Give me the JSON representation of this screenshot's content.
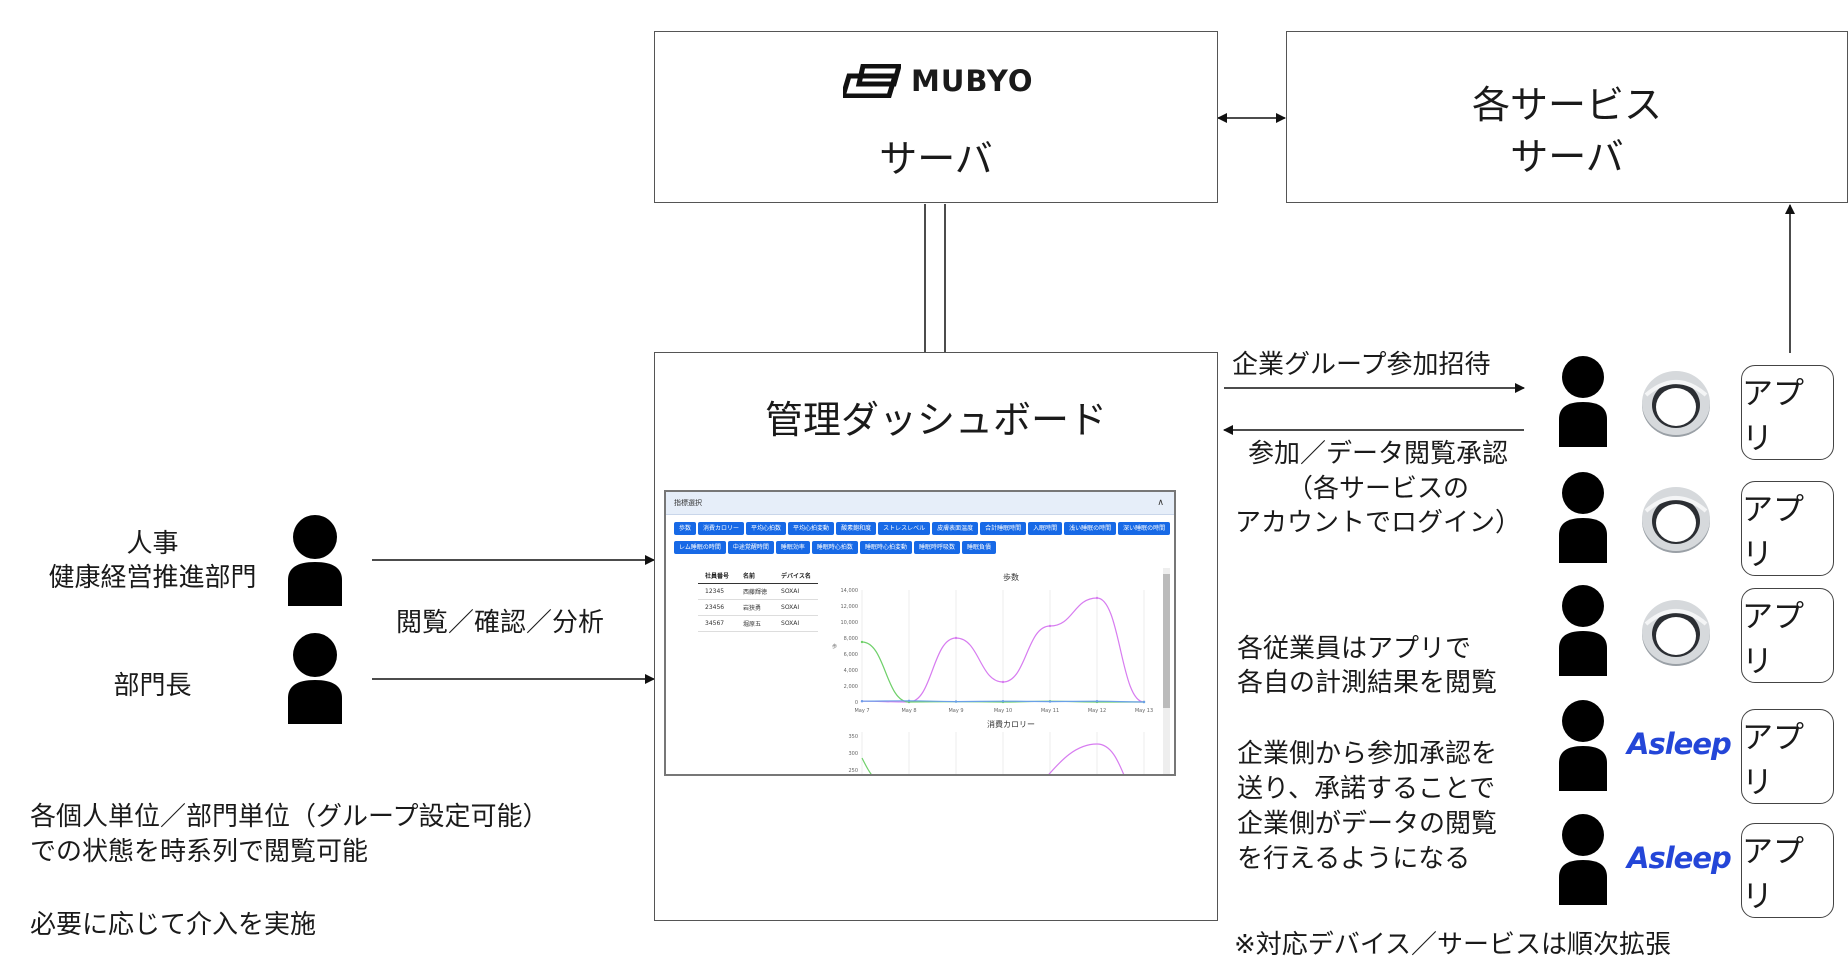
{
  "mubyo_server": {
    "brand": "MUBYO",
    "label": "サーバ"
  },
  "services_server": {
    "line1": "各サービス",
    "line2": "サーバ"
  },
  "dashboard": {
    "title": "管理ダッシュボード",
    "panel_label": "指標選択",
    "metrics": [
      "歩数",
      "消費カロリー",
      "平均心拍数",
      "平均心拍変動",
      "酸素飽和度",
      "ストレスレベル",
      "皮膚表面温度",
      "合計睡眠時間",
      "入眠時間",
      "浅い睡眠の時間",
      "深い睡眠の時間",
      "レム睡眠の時間",
      "中途覚醒時間",
      "睡眠効率",
      "睡眠時心拍数",
      "睡眠時心拍変動",
      "睡眠時呼吸数",
      "睡眠負債"
    ],
    "table": {
      "headers": [
        "社員番号",
        "名前",
        "デバイス名"
      ],
      "rows": [
        [
          "12345",
          "西藤輝徳",
          "SOXAI"
        ],
        [
          "23456",
          "岩狭勇",
          "SOXAI"
        ],
        [
          "34567",
          "堀原五",
          "SOXAI"
        ]
      ]
    },
    "chart1_title": "歩数",
    "chart2_title": "消費カロリー"
  },
  "chart_data": [
    {
      "type": "line",
      "title": "歩数",
      "x": [
        "May 7",
        "May 8",
        "May 9",
        "May 10",
        "May 11",
        "May 12",
        "May 13"
      ],
      "y_ticks": [
        "0",
        "2,000",
        "4,000",
        "6,000",
        "8,000",
        "10,000",
        "12,000",
        "14,000"
      ],
      "ylabel": "歩",
      "ylim": [
        0,
        14000
      ],
      "series": [
        {
          "color": "#d77cf0",
          "values": [
            100,
            0,
            8000,
            2500,
            9500,
            13000,
            0
          ]
        },
        {
          "color": "#6fd06a",
          "values": [
            7500,
            0,
            50,
            0,
            100,
            0,
            0
          ]
        },
        {
          "color": "#6aa0e8",
          "values": [
            100,
            150,
            50,
            100,
            50,
            100,
            0
          ]
        }
      ]
    },
    {
      "type": "line",
      "title": "消費カロリー",
      "y_ticks": [
        "250",
        "300",
        "350"
      ],
      "note": "partially visible"
    }
  ],
  "left": {
    "hr_line1": "人事",
    "hr_line2": "健康経営推進部門",
    "manager": "部門長",
    "arrow_label": "閲覧／確認／分析",
    "note1_line1": "各個人単位／部門単位（グループ設定可能）",
    "note1_line2": "での状態を時系列で閲覧可能",
    "note2": "必要に応じて介入を実施"
  },
  "right": {
    "invite": "企業グループ参加招待",
    "approve_line1": "参加／データ閲覧承認",
    "approve_line2": "（各サービスの",
    "approve_line3": "アカウントでログイン）",
    "view_line1": "各従業員はアプリで",
    "view_line2": "各自の計測結果を閲覧",
    "flow_line1": "企業側から参加承認を",
    "flow_line2": "送り、承諾することで",
    "flow_line3": "企業側がデータの閲覧",
    "flow_line4": "を行えるようになる",
    "footnote": "※対応デバイス／サービスは順次拡張",
    "app_label": "アプリ",
    "asleep_logo": "Asleep"
  },
  "colors": {
    "chip": "#1769e6",
    "asleep": "#2446d8",
    "line_pink": "#d77cf0",
    "line_green": "#6fd06a"
  }
}
